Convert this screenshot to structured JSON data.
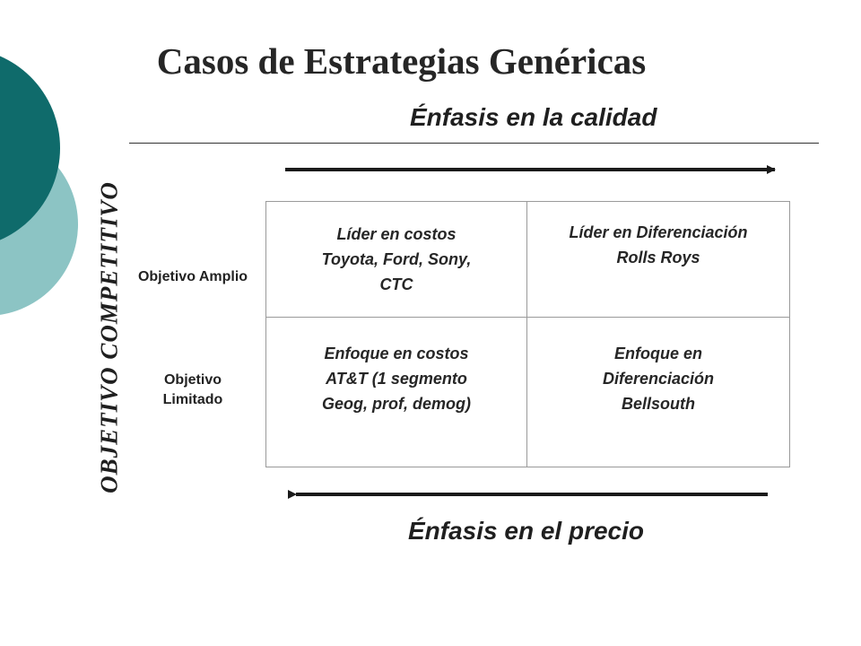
{
  "slide": {
    "title": "Casos de Estrategias Genéricas",
    "top_axis_label": "Énfasis en la calidad",
    "bottom_axis_label": "Énfasis en el precio",
    "vertical_axis_label": "OBJETIVO COMPETITIVO",
    "row_labels": {
      "wide": "Objetivo Amplio",
      "narrow_line1": "Objetivo",
      "narrow_line2": "Limitado"
    },
    "matrix": {
      "top_left": [
        "Líder en costos",
        "Toyota, Ford, Sony,",
        "CTC"
      ],
      "top_right": [
        "Líder en Diferenciación",
        "Rolls Roys"
      ],
      "bottom_left": [
        "Enfoque en costos",
        "AT&T (1 segmento",
        "Geog, prof, demog)"
      ],
      "bottom_right": [
        "Enfoque en",
        "Diferenciación",
        "Bellsouth"
      ]
    }
  },
  "colors": {
    "deco_dark": "#0f6b6b",
    "deco_light": "#7fbdbd",
    "arrow": "#1a1a1a"
  }
}
